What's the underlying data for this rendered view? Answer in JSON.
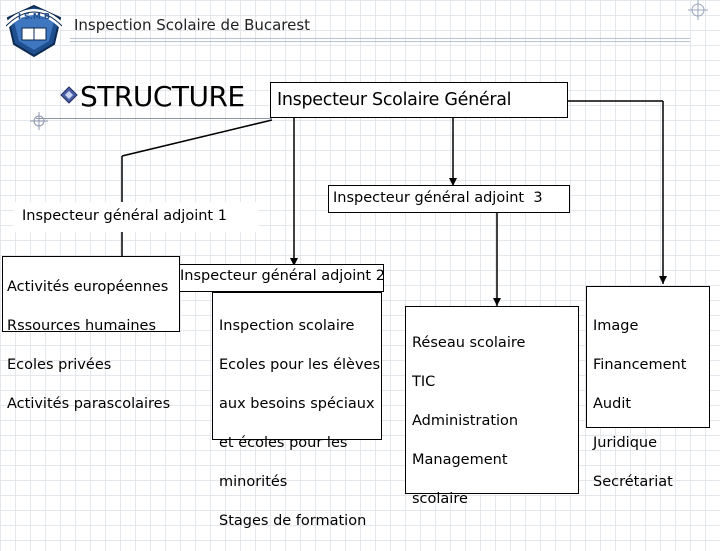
{
  "header": {
    "logo_text": "I.S.M.B",
    "title": "Inspection Scolaire de Bucarest",
    "section_title": "STRUCTURE"
  },
  "org": {
    "top": "Inspecteur Scolaire Général",
    "adjoint1": "Inspecteur général adjoint 1",
    "adjoint2": "Inspecteur général adjoint 2",
    "adjoint3": "Inspecteur général adjoint  3",
    "adjoint1_duties": [
      "Activités européennes",
      "Rssources humaines",
      "Ecoles privées",
      "Activités parascolaires"
    ],
    "adjoint2_duties": [
      "Inspection scolaire",
      "Ecoles pour les élèves",
      "aux besoins spéciaux",
      "et écoles pour les",
      "minorités",
      "Stages de formation"
    ],
    "adjoint3_duties": [
      "Réseau scolaire",
      "TIC",
      "Administration",
      "Management",
      "scolaire"
    ],
    "top_duties": [
      "Image",
      "Financement",
      "Audit",
      "Juridique",
      "Secrétariat"
    ]
  }
}
